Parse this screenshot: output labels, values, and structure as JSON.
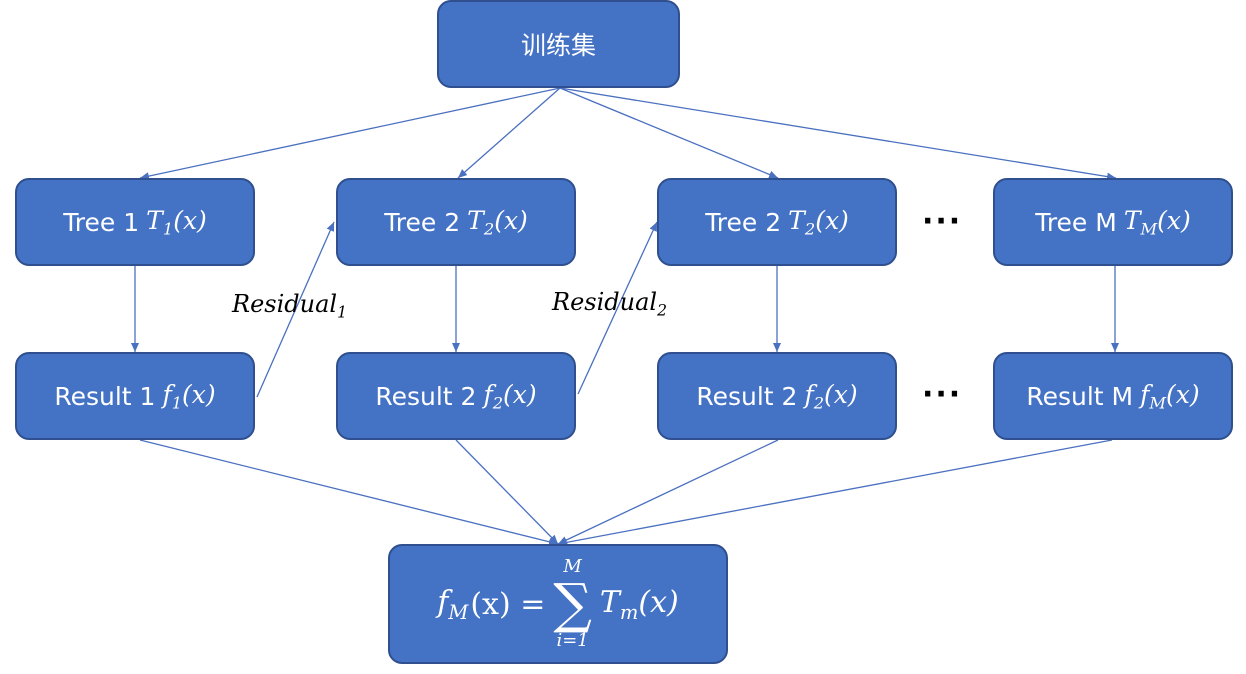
{
  "root": {
    "label": "训练集"
  },
  "trees": [
    {
      "prefix": "Tree 1",
      "sym": "T",
      "sub": "1",
      "arg": "(x)"
    },
    {
      "prefix": "Tree 2",
      "sym": "T",
      "sub": "2",
      "arg": "(x)"
    },
    {
      "prefix": "Tree 2",
      "sym": "T",
      "sub": "2",
      "arg": "(x)"
    },
    {
      "prefix": "Tree M",
      "sym": "T",
      "sub": "M",
      "arg": "(x)"
    }
  ],
  "results": [
    {
      "prefix": "Result 1",
      "sym": "f",
      "sub": "1",
      "arg": "(x)"
    },
    {
      "prefix": "Result 2",
      "sym": "f",
      "sub": "2",
      "arg": "(x)"
    },
    {
      "prefix": "Result 2",
      "sym": "f",
      "sub": "2",
      "arg": "(x)"
    },
    {
      "prefix": "Result M",
      "sym": "f",
      "sub": "M",
      "arg": "(x)"
    }
  ],
  "residuals": [
    {
      "base": "Residual",
      "sub": "1"
    },
    {
      "base": "Residual",
      "sub": "2"
    }
  ],
  "ellipsis": "···",
  "formula": {
    "lhs_sym": "f",
    "lhs_sub": "M",
    "lhs_arg": "(x) =",
    "sigma": "∑",
    "upper": "M",
    "lower": "i=1",
    "term_sym": "T",
    "term_sub": "m",
    "term_arg": "(x)"
  },
  "colors": {
    "box_fill": "#4472c4",
    "box_border": "#2f4f8f",
    "arrow": "#4a70c0",
    "text": "#ffffff"
  }
}
